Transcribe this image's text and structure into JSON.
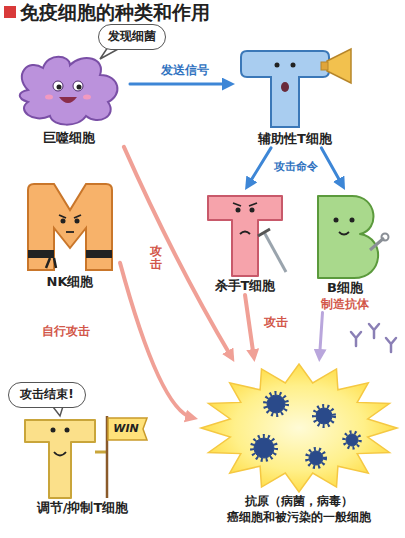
{
  "diagram": {
    "title": "免疫细胞的种类和作用",
    "nodes": [
      {
        "text": [
          "发现细菌"
        ]
      },
      {
        "text": [
          "巨噬细胞"
        ]
      },
      {
        "text": [
          "辅助性T细胞"
        ]
      },
      {
        "text": [
          "NK细胞"
        ]
      },
      {
        "text": [
          "杀手T细胞"
        ]
      },
      {
        "text": [
          "B细胞",
          "制造抗体"
        ]
      },
      {
        "text": [
          "攻击结束!"
        ]
      },
      {
        "text": [
          "调节/抑制T细胞"
        ]
      },
      {
        "text": [
          "抗原（病菌，病毒）",
          "癌细胞和被污染的一般细胞"
        ]
      }
    ],
    "edges": [
      {
        "from": 1,
        "to": 2,
        "arrow": "to",
        "label": "发送信号"
      },
      {
        "from": 2,
        "to": 4,
        "arrow": "to",
        "label": "攻击命令"
      },
      {
        "from": 2,
        "to": 5,
        "arrow": "to"
      },
      {
        "from": 1,
        "to": 8,
        "arrow": "to",
        "label": "攻击"
      },
      {
        "from": 3,
        "to": 8,
        "arrow": "to",
        "label": "自行攻击"
      },
      {
        "from": 4,
        "to": 8,
        "arrow": "to",
        "label": "攻击"
      },
      {
        "from": 5,
        "to": 8,
        "arrow": "to"
      }
    ],
    "labels": [
      "WIN"
    ]
  }
}
